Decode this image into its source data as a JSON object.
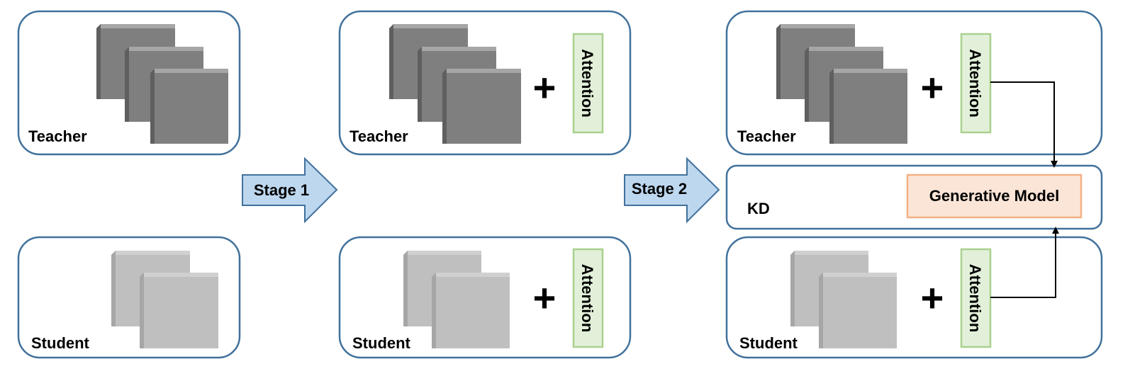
{
  "labels": {
    "teacher": "Teacher",
    "student": "Student",
    "plus": "+",
    "attention": "Attention",
    "stage1": "Stage 1",
    "stage2": "Stage 2",
    "kd": "KD",
    "generative_model": "Generative Model"
  },
  "colors": {
    "panel_border": "#41719c",
    "teacher_block": "#7f7f7f",
    "student_block": "#bfbfbf",
    "attention_fill": "#e2f0d9",
    "attention_border": "#a9d18e",
    "arrow_fill": "#bdd7ee",
    "generative_fill": "#fbe5d6",
    "generative_border": "#f4b183"
  }
}
